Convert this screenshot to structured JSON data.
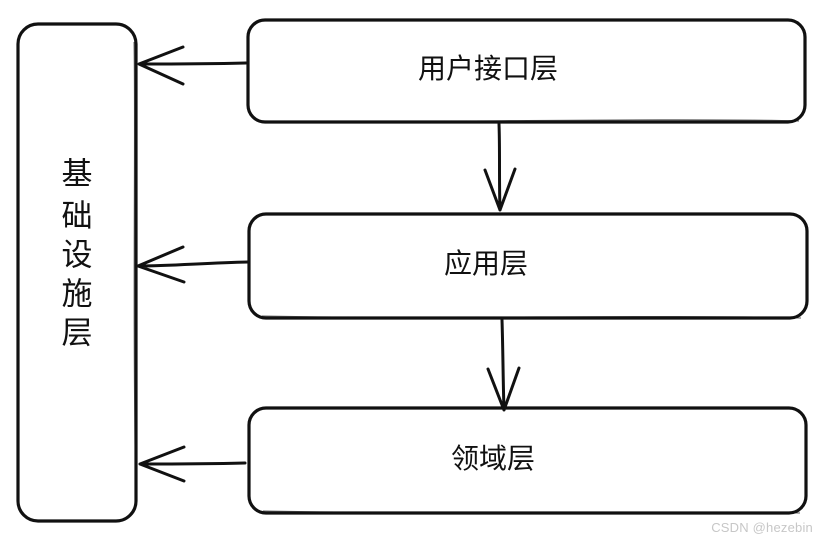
{
  "diagram": {
    "infrastructure_label": "基础设施层",
    "layers": [
      "用户接口层",
      "应用层",
      "领域层"
    ],
    "watermark": "CSDN @hezebin"
  },
  "colors": {
    "stroke": "#111111",
    "background": "#ffffff",
    "watermark": "#c7c7c7"
  }
}
